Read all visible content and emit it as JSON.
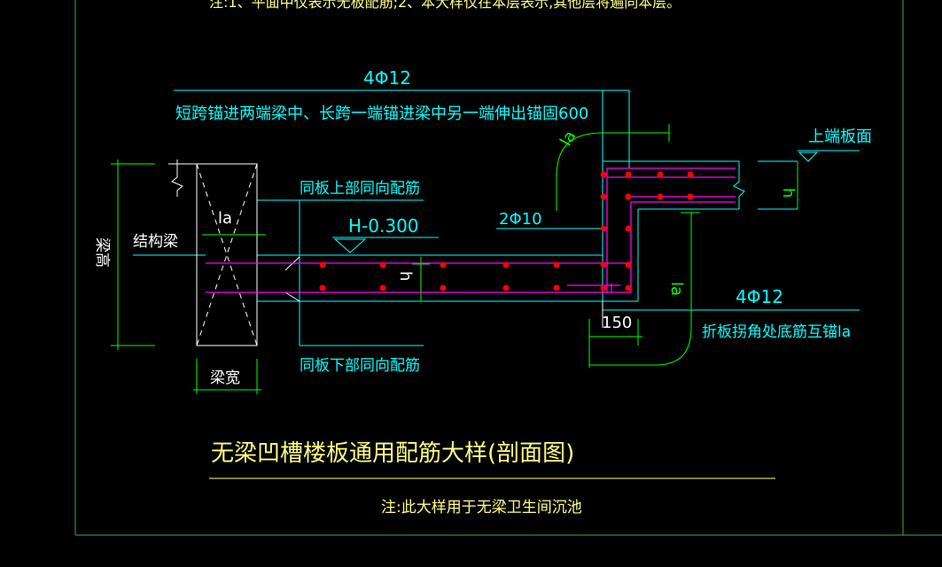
{
  "colors": {
    "background": "#000000",
    "frame": "#3fae3f",
    "annotation_cyan": "#00ffff",
    "dimension_green": "#00ff00",
    "rebar_magenta": "#ff00ff",
    "rebar_dot_red": "#ff0000",
    "outline_white": "#ffffff",
    "title_yellow": "#ffff80"
  },
  "labels": {
    "top_note": "注:1、平面中仅表示无板配筋;2、本大样仅在本层表示,其他层将遍同本层。",
    "top_bar_spec": "4Φ12",
    "anchor_note": "短跨锚进两端梁中、长跨一端锚进梁中另一端伸出锚固600",
    "upper_slab_surface": "上端板面",
    "la_upper": "la",
    "la_beam": "la",
    "la_lower": "la",
    "h_right": "h",
    "h_mid": "h",
    "same_upper_bars": "同板上部同向配筋",
    "elevation": "H-0.300",
    "mid_bar_spec": "2Φ10",
    "structural_beam": "结构梁",
    "beam_height": "梁高",
    "beam_width": "梁宽",
    "same_lower_bars": "同板下部同向配筋",
    "dim_150": "150",
    "bottom_bar_spec": "4Φ12",
    "bend_note": "折板拐角处底筋互锚la"
  },
  "title": {
    "main": "无梁凹槽楼板通用配筋大样(剖面图)",
    "note": "注:此大样用于无梁卫生间沉池"
  }
}
